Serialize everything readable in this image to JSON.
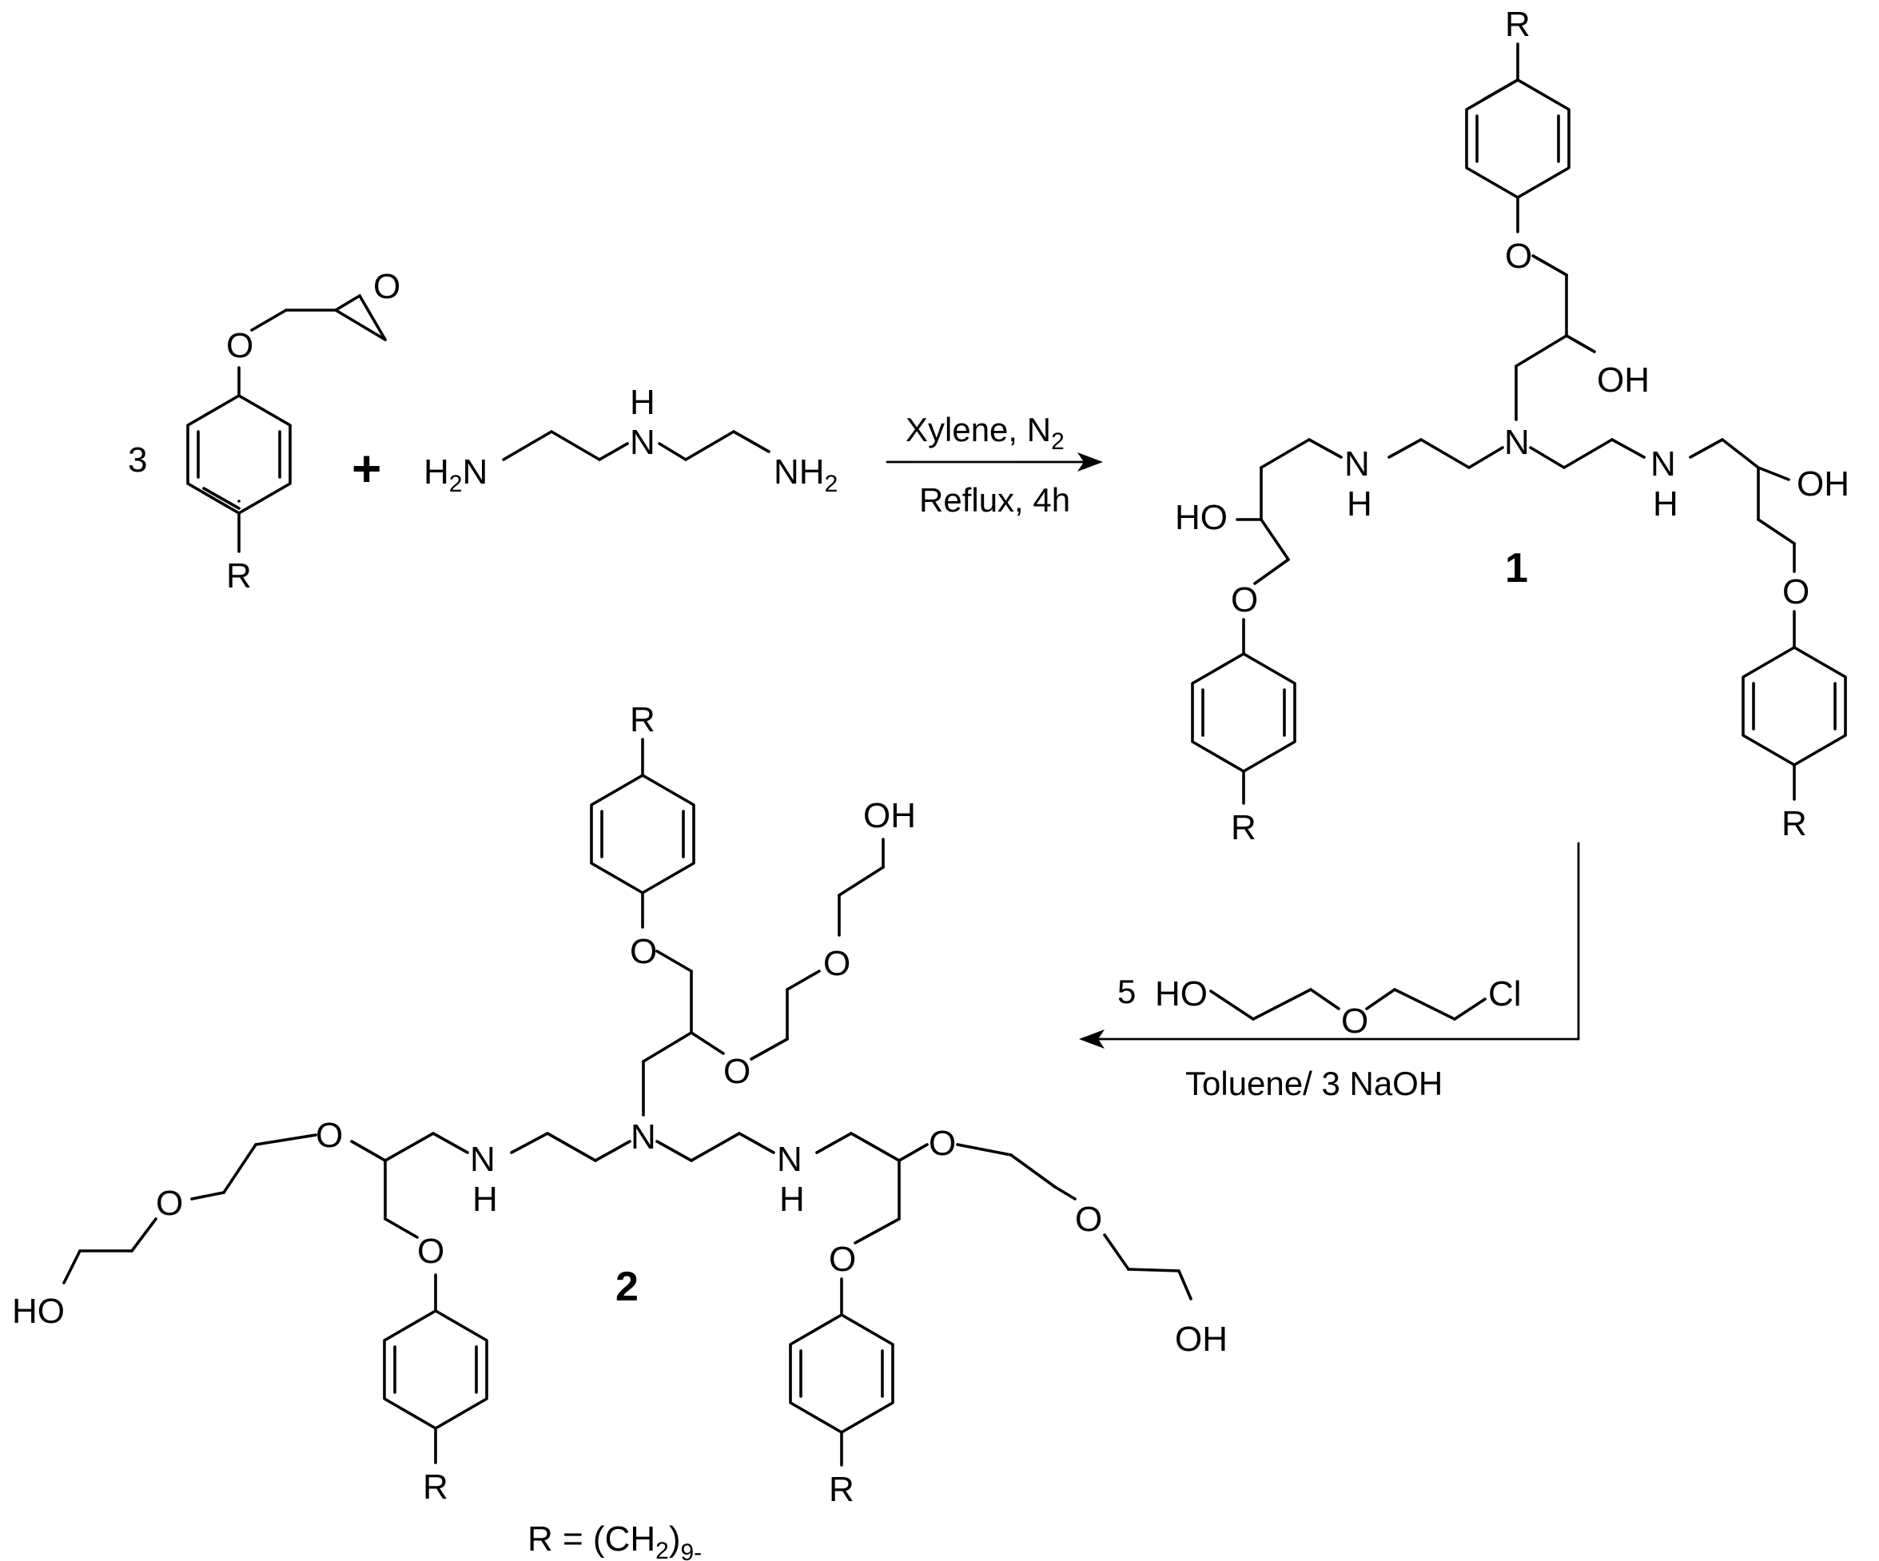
{
  "reactant1": {
    "coefficient": "3",
    "atoms": {
      "O_ether": "O",
      "O_epoxide": "O",
      "R": "R"
    }
  },
  "plus": "+",
  "reactant2": {
    "amine_left": "H",
    "amine_left_num": "2",
    "amine_left_n": "N",
    "nh_h": "H",
    "nh_n": "N",
    "amine_right_n": "NH",
    "amine_right_num": "2"
  },
  "step1": {
    "conditions_line1_prefix": "Xylene, N",
    "conditions_line1_sub": "2",
    "conditions_line2": "Reflux, 4h"
  },
  "product1": {
    "label": "1",
    "atoms": {
      "R": "R",
      "O": "O",
      "OH": "OH",
      "HO": "HO",
      "N": "N",
      "NH_N": "N",
      "NH_H": "H"
    }
  },
  "step2": {
    "reagent_coefficient": "5",
    "reagent_ho": "HO",
    "reagent_o": "O",
    "reagent_cl": "Cl",
    "conditions": "Toluene/  3 NaOH"
  },
  "product2": {
    "label": "2",
    "atoms": {
      "R": "R",
      "O": "O",
      "OH": "OH",
      "HO": "HO",
      "N": "N",
      "NH_N": "N",
      "NH_H": "H"
    }
  },
  "r_definition": {
    "prefix": "R = (CH",
    "sub": "2",
    "suffix": ")",
    "sub2": "9-"
  }
}
